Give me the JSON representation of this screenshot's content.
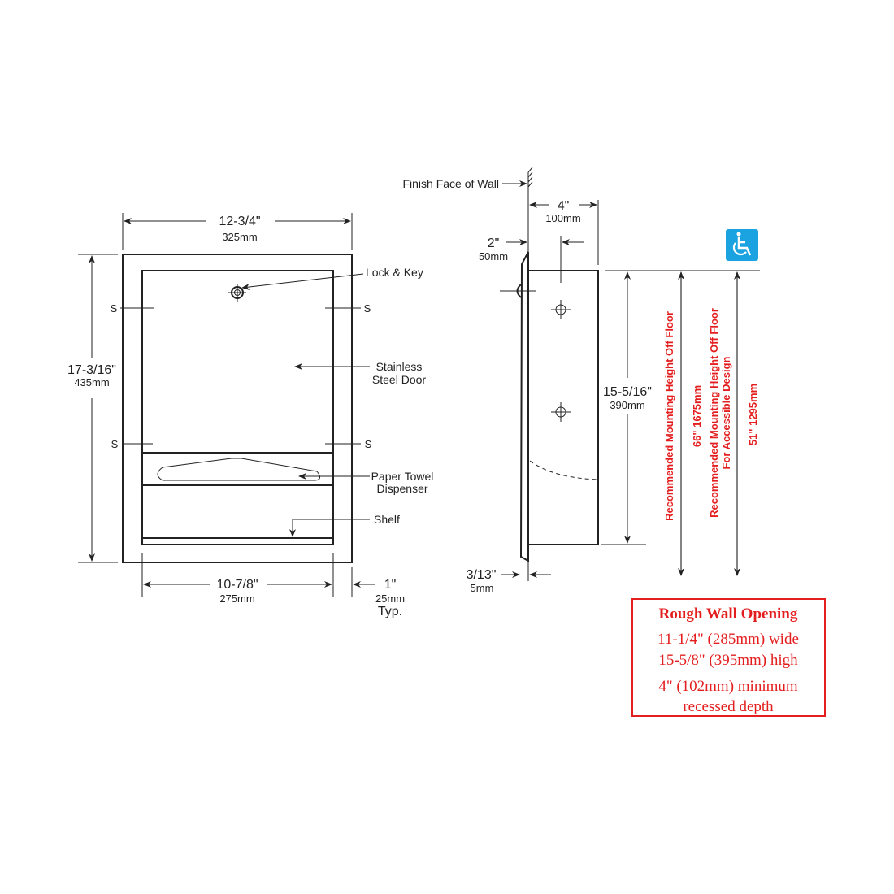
{
  "front_view": {
    "width_in": "12-3/4\"",
    "width_mm": "325mm",
    "height_in": "17-3/16\"",
    "height_mm": "435mm",
    "inner_width_in": "10-7/8\"",
    "inner_width_mm": "275mm",
    "flange_in": "1\"",
    "flange_mm": "25mm",
    "flange_note": "Typ.",
    "screw_label": "S",
    "callouts": {
      "lock": "Lock & Key",
      "door_1": "Stainless",
      "door_2": "Steel Door",
      "towel_1": "Paper Towel",
      "towel_2": "Dispenser",
      "shelf": "Shelf"
    }
  },
  "side_view": {
    "wall_label": "Finish Face of Wall",
    "depth_in": "4\"",
    "depth_mm": "100mm",
    "offset_in": "2\"",
    "offset_mm": "50mm",
    "height_in": "15-5/16\"",
    "height_mm": "390mm",
    "flange_in": "3/13\"",
    "flange_mm": "5mm",
    "mount_label": "Recommended Mounting Height Off Floor",
    "mount_value": "66\"   1675mm",
    "access_label_1": "Recommended Mounting Height Off Floor",
    "access_label_2": "For Accessible Design",
    "access_value": "51\"   1295mm"
  },
  "accessibility_icon_color": "#1aa3e0",
  "rough_opening": {
    "title": "Rough Wall Opening",
    "lines": [
      "11-1/4\" (285mm) wide",
      "15-5/8\" (395mm) high",
      "4\" (102mm) minimum",
      "recessed depth"
    ],
    "color": "#e41e1e"
  }
}
